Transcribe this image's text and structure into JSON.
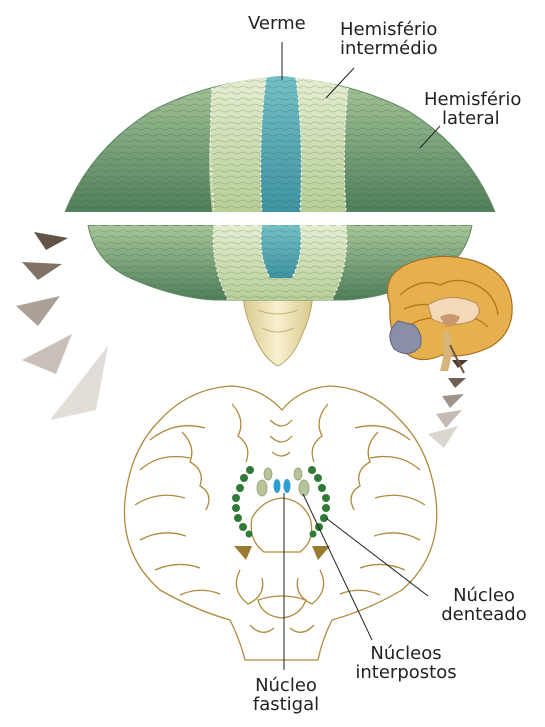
{
  "diagram": {
    "labels": {
      "verme": "Verme",
      "hemisferio_intermedio": [
        "Hemisfério",
        "intermédio"
      ],
      "hemisferio_lateral": [
        "Hemisfério",
        "lateral"
      ],
      "nucleo_denteado": [
        "Núcleo",
        "denteado"
      ],
      "nucleos_interpostos": [
        "Núcleos",
        "interpostos"
      ],
      "nucleo_fastigal": [
        "Núcleo",
        "fastigal"
      ]
    },
    "colors": {
      "lateral_hemisphere": "#6f9a6f",
      "intermediate_hemisphere": "#cfe0b0",
      "vermis": "#57aeb8",
      "brainstem": "#efe2b0",
      "section_outline": "#b08a3c",
      "dentate_nucleus": "#2f7a36",
      "interposed_nuclei": "#b7c39a",
      "fastigial_nucleus": "#2a9fd0"
    }
  }
}
